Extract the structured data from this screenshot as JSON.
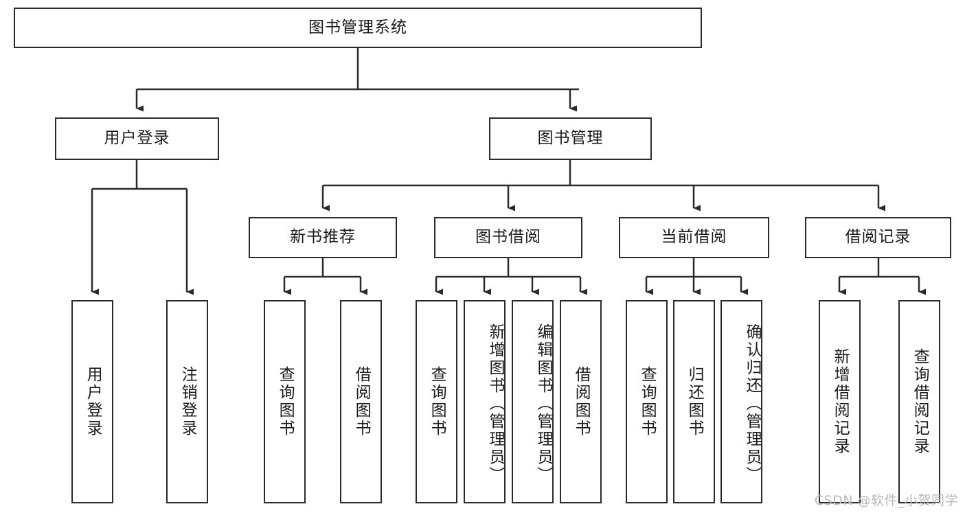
{
  "diagram": {
    "title": "图书管理系统",
    "type": "tree-hierarchy-diagram",
    "colors": {
      "box_stroke": "#2b2b2b",
      "box_fill": "#ffffff",
      "connector": "#2b2b2b",
      "text": "#1a1a1a",
      "watermark": "#b9b9b9"
    },
    "root": {
      "label": "图书管理系统"
    },
    "level2": [
      {
        "label": "用户登录"
      },
      {
        "label": "图书管理"
      }
    ],
    "level3": [
      {
        "label": "新书推荐"
      },
      {
        "label": "图书借阅"
      },
      {
        "label": "当前借阅"
      },
      {
        "label": "借阅记录"
      }
    ],
    "leaves": {
      "user_login": [
        {
          "label": "用户登录"
        },
        {
          "label": "注销登录"
        }
      ],
      "new_book_recommend": [
        {
          "label": "查询图书"
        },
        {
          "label": "借阅图书"
        }
      ],
      "book_borrow": [
        {
          "label": "查询图书"
        },
        {
          "label": "新增图书（管理员）"
        },
        {
          "label": "编辑图书（管理员）"
        },
        {
          "label": "借阅图书"
        }
      ],
      "current_borrow": [
        {
          "label": "查询图书"
        },
        {
          "label": "归还图书"
        },
        {
          "label": "确认归还（管理员）"
        }
      ],
      "borrow_record": [
        {
          "label": "新增借阅记录"
        },
        {
          "label": "查询借阅记录"
        }
      ]
    }
  },
  "watermark": {
    "text": "CSDN @软件_小贺同学"
  }
}
